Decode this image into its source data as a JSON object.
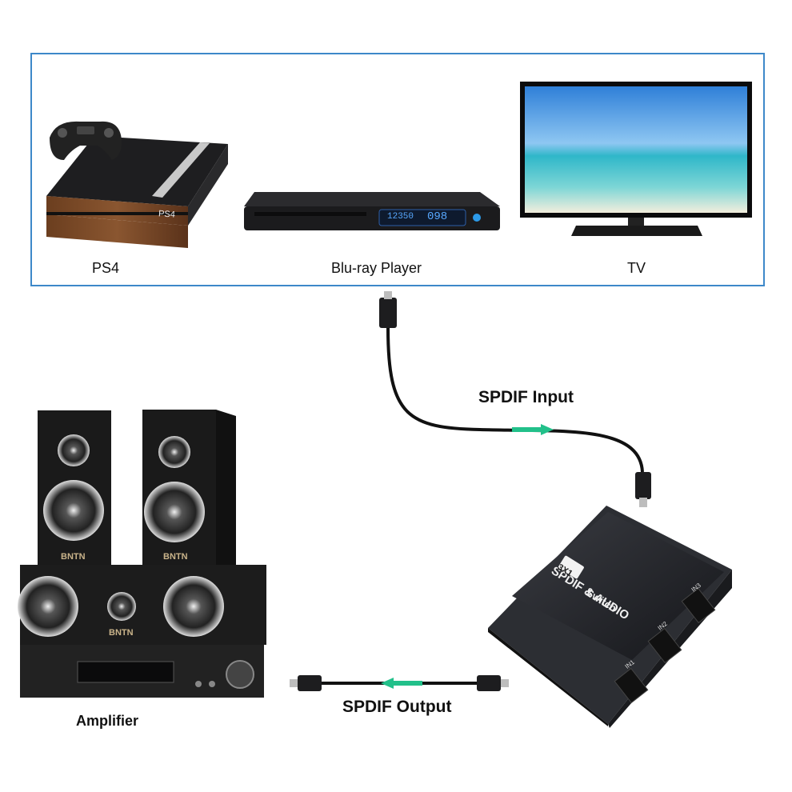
{
  "sources": {
    "ps4_label": "PS4",
    "bluray_label": "Blu-ray Player",
    "bluray_display": "12350",
    "bluray_display_track": "098",
    "tv_label": "TV",
    "ps4_badge": "PS4"
  },
  "cables": {
    "input_label": "SPDIF Input",
    "output_label": "SPDIF Output"
  },
  "switch": {
    "title_line1": "SPDIF & AUDIO",
    "title_line2": "Switch",
    "ratio": "3X1",
    "ports": [
      "IN1",
      "IN2",
      "IN3"
    ]
  },
  "amplifier": {
    "label": "Amplifier",
    "brand": "BNTN"
  },
  "colors": {
    "box_border": "#3d88c9",
    "arrow": "#22c08a",
    "device_dark": "#1c1d20"
  }
}
